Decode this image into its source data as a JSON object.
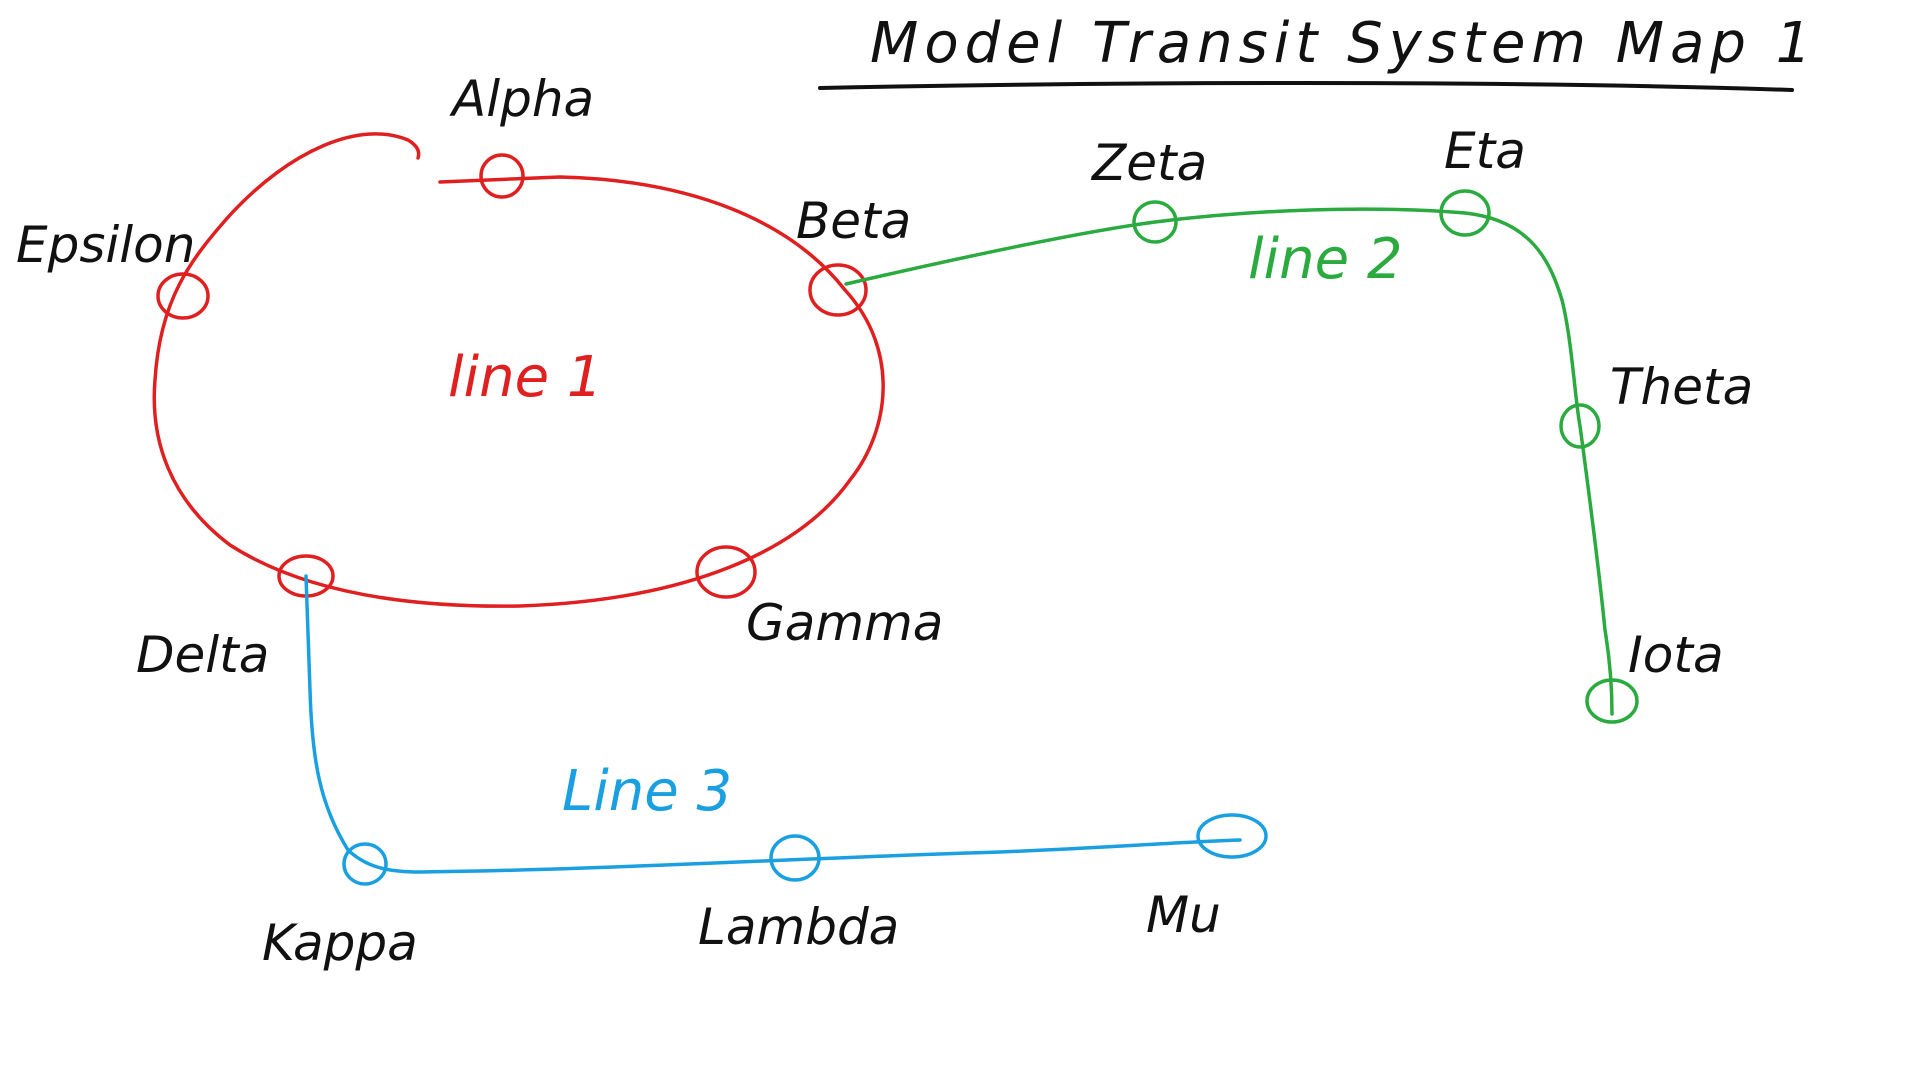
{
  "title": "Model Transit System Map 1",
  "colors": {
    "ink": "#111111",
    "line1": "#e02020",
    "line2": "#2aaa3f",
    "line3": "#1aa0e0",
    "background": "#ffffff"
  },
  "lines": [
    {
      "id": "line1",
      "label": "line 1",
      "color": "#e02020",
      "shape": "loop",
      "stations": [
        "Alpha",
        "Beta",
        "Gamma",
        "Delta",
        "Epsilon"
      ]
    },
    {
      "id": "line2",
      "label": "line 2",
      "color": "#2aaa3f",
      "shape": "path",
      "stations": [
        "Beta",
        "Zeta",
        "Eta",
        "Theta",
        "Iota"
      ]
    },
    {
      "id": "line3",
      "label": "Line 3",
      "color": "#1aa0e0",
      "shape": "path",
      "stations": [
        "Delta",
        "Kappa",
        "Lambda",
        "Mu"
      ]
    }
  ],
  "stations": {
    "alpha": "Alpha",
    "beta": "Beta",
    "gamma": "Gamma",
    "delta": "Delta",
    "epsilon": "Epsilon",
    "zeta": "Zeta",
    "eta": "Eta",
    "theta": "Theta",
    "iota": "Iota",
    "kappa": "Kappa",
    "lambda": "Lambda",
    "mu": "Mu"
  },
  "transfers": [
    "Beta",
    "Delta"
  ]
}
